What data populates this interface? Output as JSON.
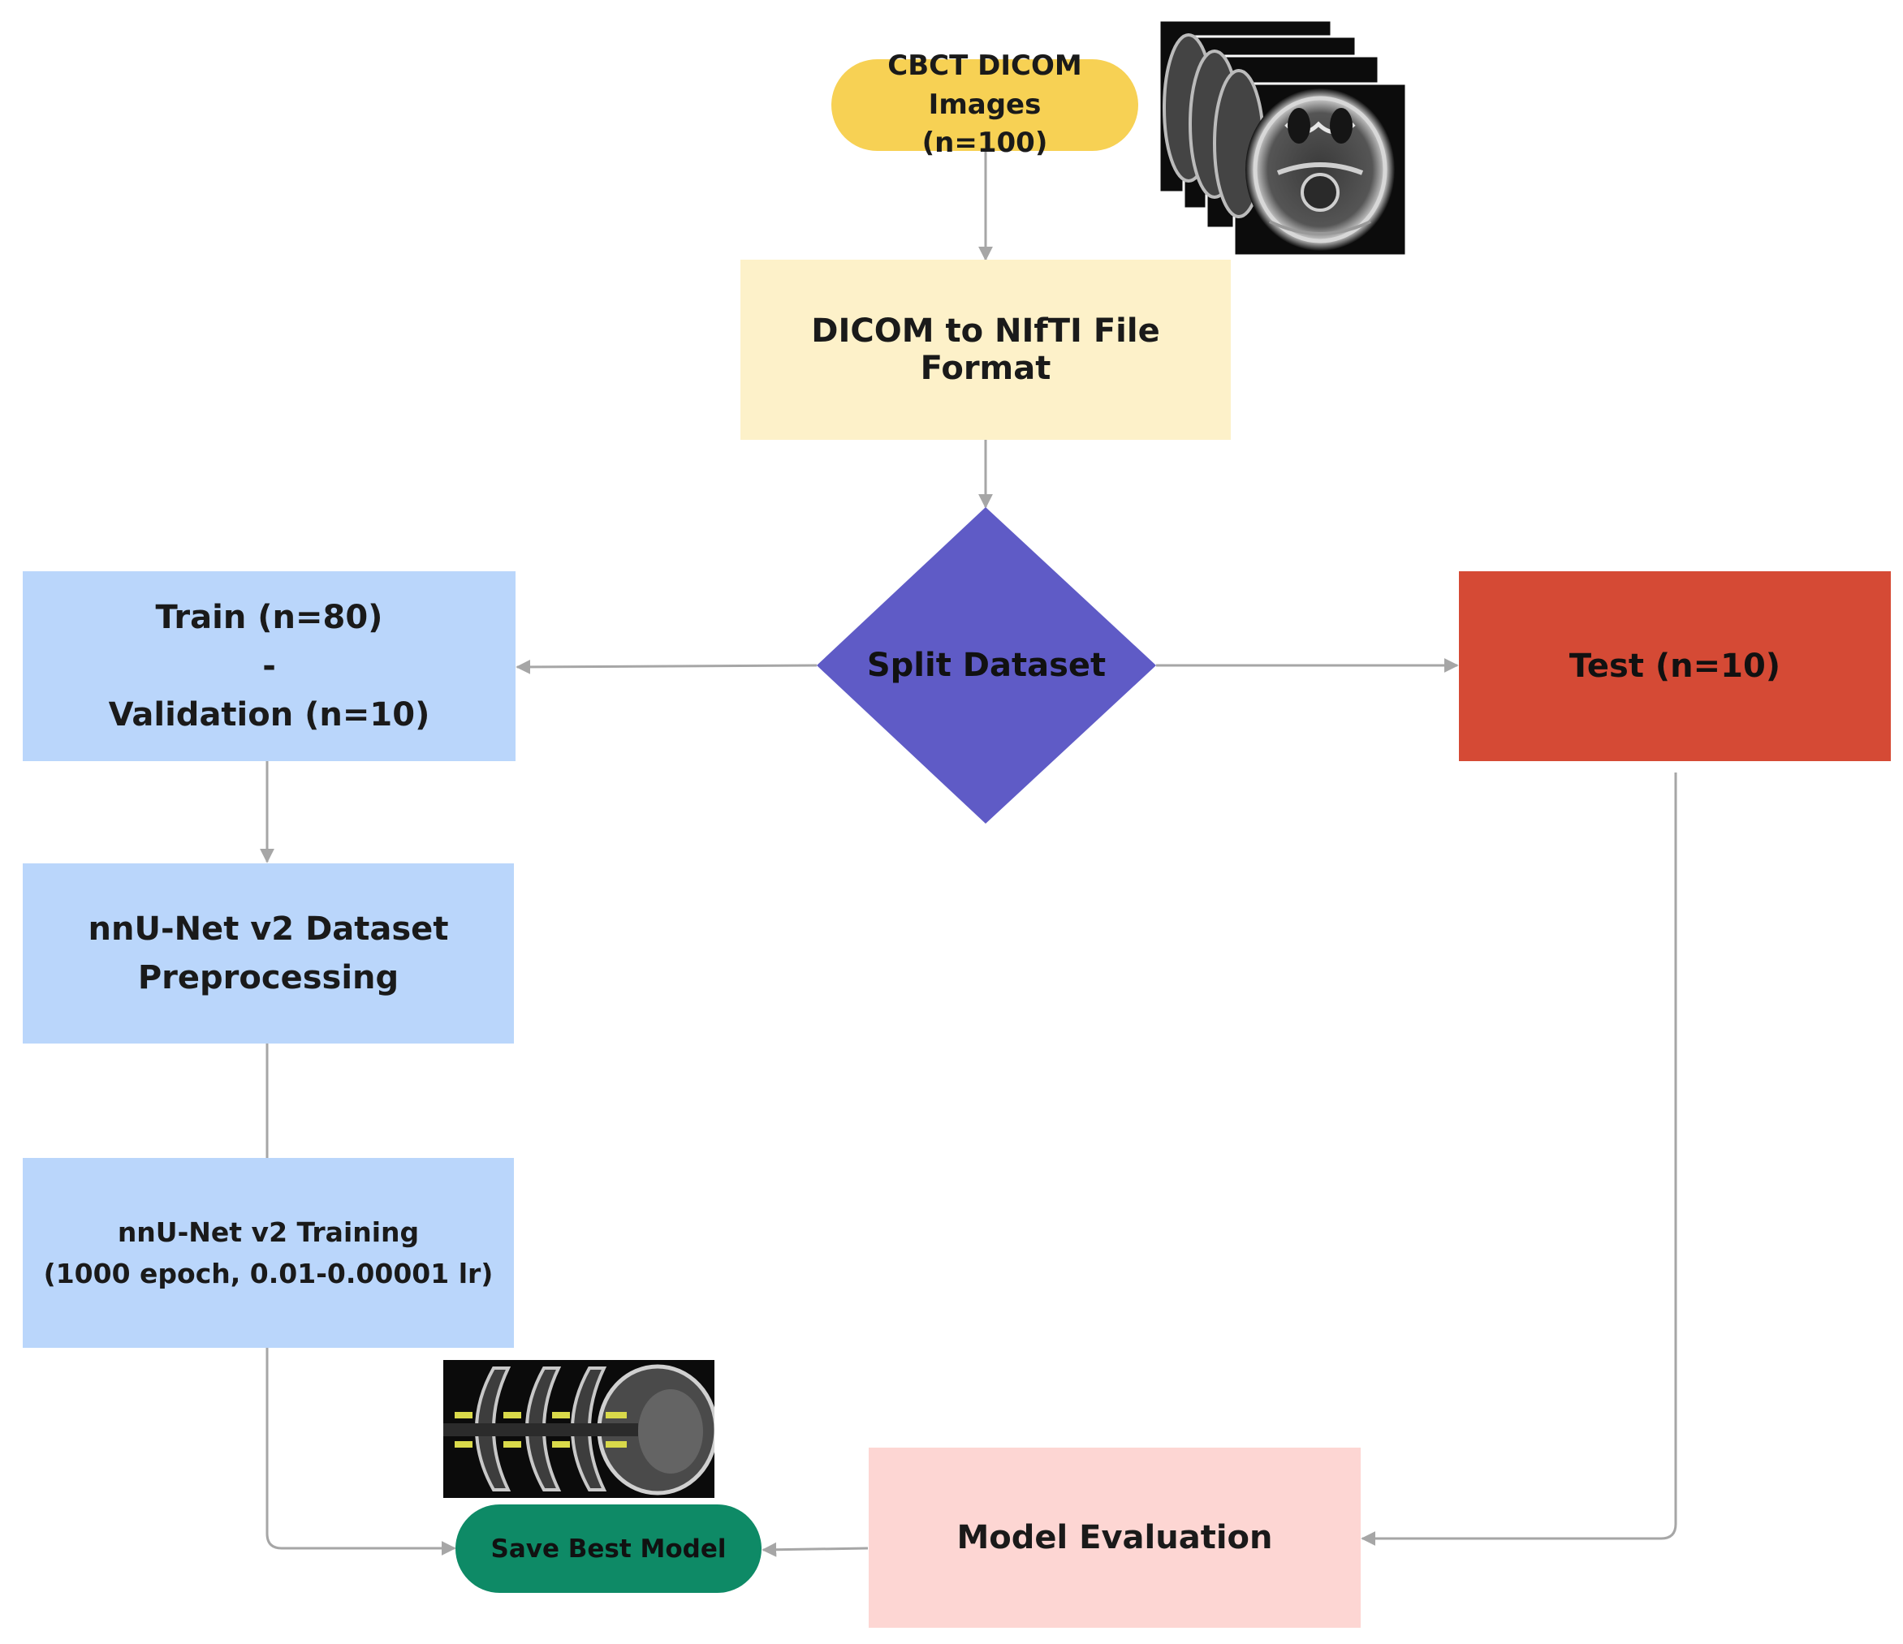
{
  "nodes": {
    "cbct_input": {
      "line1": "CBCT DICOM Images",
      "line2": "(n=100)",
      "color": "#f7d154"
    },
    "convert": {
      "label": "DICOM to NIfTI File Format",
      "color": "#fdf1c9"
    },
    "split": {
      "label": "Split Dataset",
      "color": "#5f5bc6"
    },
    "train_val": {
      "line1": "Train (n=80)",
      "line2": "-",
      "line3": "Validation (n=10)",
      "color": "#bad6fb"
    },
    "test": {
      "label": "Test (n=10)",
      "color": "#d54a35"
    },
    "preprocess": {
      "line1": "nnU-Net v2 Dataset",
      "line2": "Preprocessing",
      "color": "#bad6fb"
    },
    "training": {
      "line1": "nnU-Net v2 Training",
      "line2": "(1000 epoch, 0.01-0.00001 lr)",
      "color": "#bad6fb"
    },
    "save_model": {
      "label": "Save Best Model",
      "color": "#0e8a66"
    },
    "evaluation": {
      "label": "Model Evaluation",
      "color": "#fdd6d3"
    }
  },
  "edge_color": "#a6a6a6",
  "images": {
    "axial_scans": "axial-ct-slice-stack",
    "segmented_scans": "segmented-ct-slice-stack"
  }
}
